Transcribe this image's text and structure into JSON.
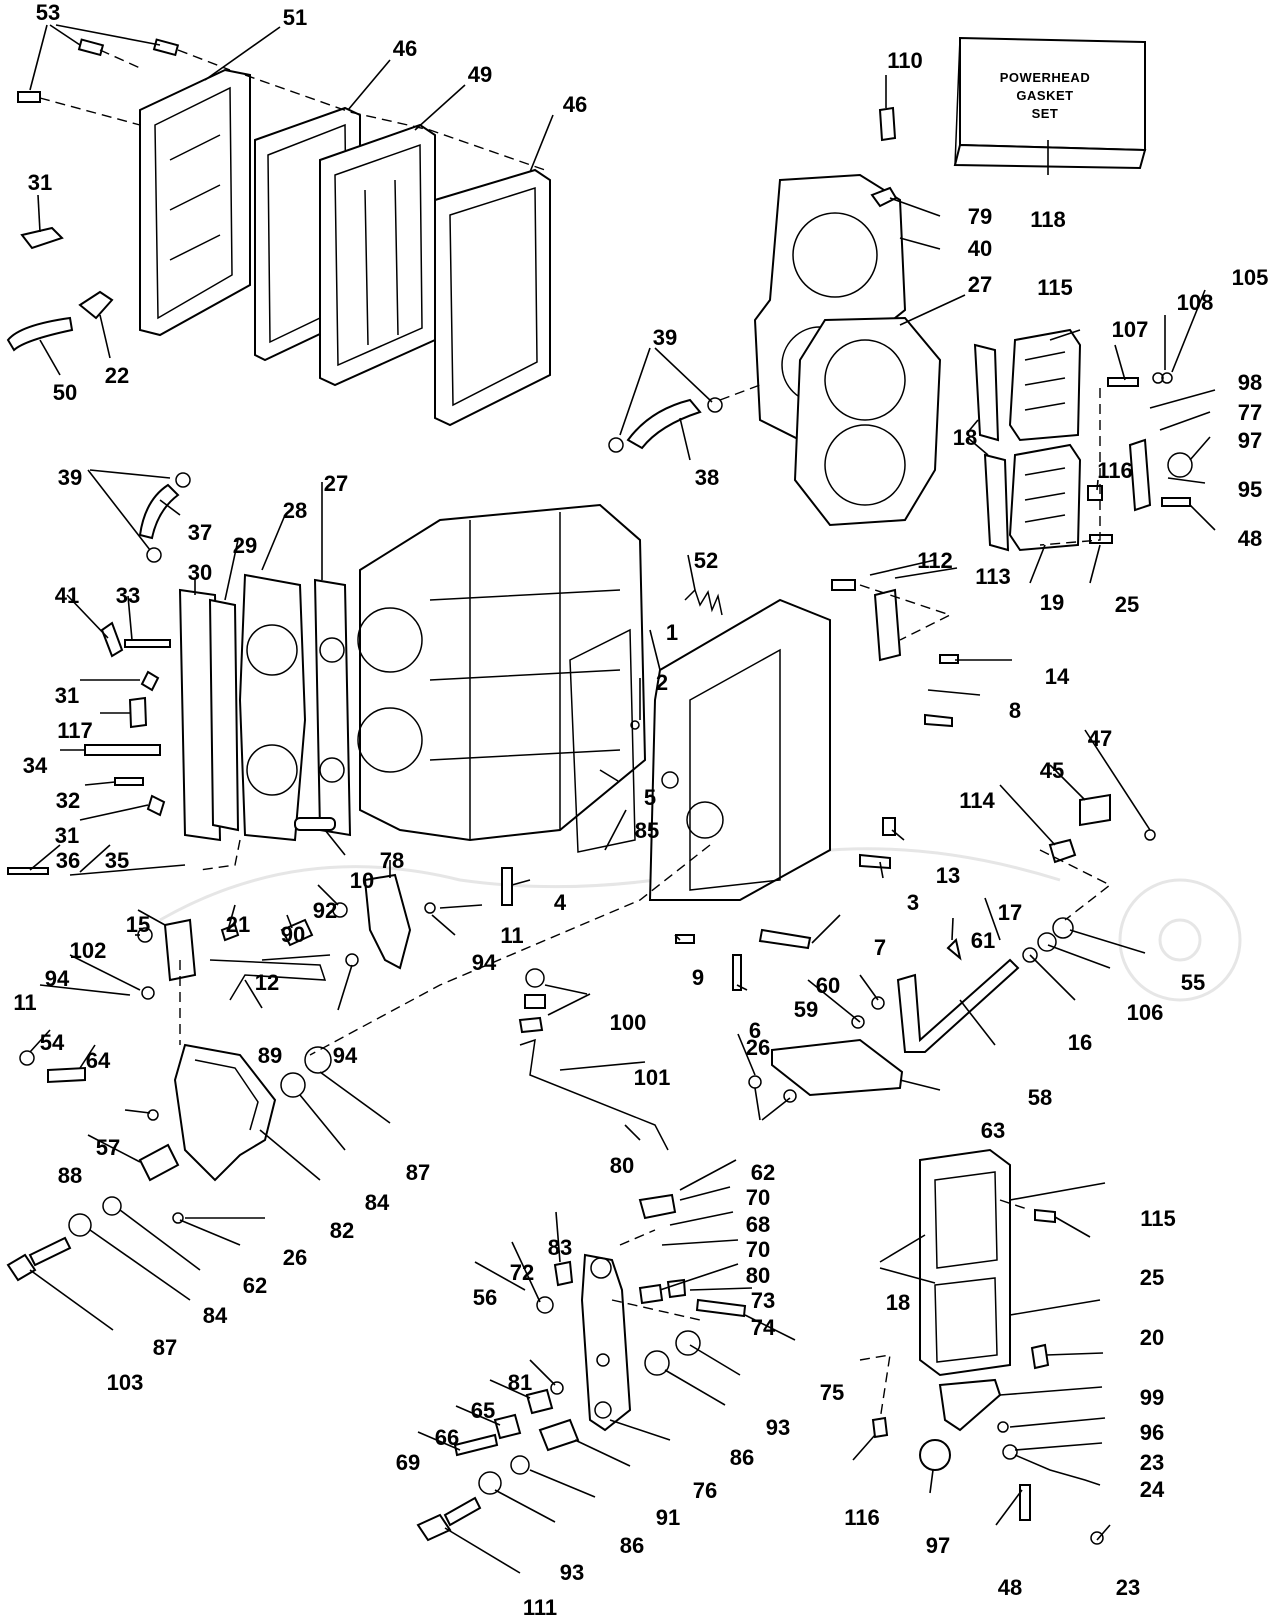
{
  "gasket_set_box": {
    "line1": "POWERHEAD",
    "line2": "GASKET",
    "line3": "SET",
    "callout": "118"
  },
  "callouts": [
    {
      "id": "53a",
      "label": "53"
    },
    {
      "id": "51",
      "label": "51"
    },
    {
      "id": "46a",
      "label": "46"
    },
    {
      "id": "49",
      "label": "49"
    },
    {
      "id": "46b",
      "label": "46"
    },
    {
      "id": "110",
      "label": "110"
    },
    {
      "id": "31a",
      "label": "31"
    },
    {
      "id": "22",
      "label": "22"
    },
    {
      "id": "50",
      "label": "50"
    },
    {
      "id": "79",
      "label": "79"
    },
    {
      "id": "40",
      "label": "40"
    },
    {
      "id": "27a",
      "label": "27"
    },
    {
      "id": "115a",
      "label": "115"
    },
    {
      "id": "107",
      "label": "107"
    },
    {
      "id": "108",
      "label": "108"
    },
    {
      "id": "105",
      "label": "105"
    },
    {
      "id": "39a",
      "label": "39"
    },
    {
      "id": "38",
      "label": "38"
    },
    {
      "id": "98",
      "label": "98"
    },
    {
      "id": "77",
      "label": "77"
    },
    {
      "id": "18a",
      "label": "18"
    },
    {
      "id": "97a",
      "label": "97"
    },
    {
      "id": "116a",
      "label": "116"
    },
    {
      "id": "95",
      "label": "95"
    },
    {
      "id": "48a",
      "label": "48"
    },
    {
      "id": "19",
      "label": "19"
    },
    {
      "id": "25a",
      "label": "25"
    },
    {
      "id": "39b",
      "label": "39"
    },
    {
      "id": "37",
      "label": "37"
    },
    {
      "id": "28",
      "label": "28"
    },
    {
      "id": "27b",
      "label": "27"
    },
    {
      "id": "29",
      "label": "29"
    },
    {
      "id": "30",
      "label": "30"
    },
    {
      "id": "41",
      "label": "41"
    },
    {
      "id": "33",
      "label": "33"
    },
    {
      "id": "52",
      "label": "52"
    },
    {
      "id": "112",
      "label": "112"
    },
    {
      "id": "113",
      "label": "113"
    },
    {
      "id": "1",
      "label": "1"
    },
    {
      "id": "2",
      "label": "2"
    },
    {
      "id": "14",
      "label": "14"
    },
    {
      "id": "31b",
      "label": "31"
    },
    {
      "id": "117",
      "label": "117"
    },
    {
      "id": "8",
      "label": "8"
    },
    {
      "id": "34",
      "label": "34"
    },
    {
      "id": "47",
      "label": "47"
    },
    {
      "id": "45",
      "label": "45"
    },
    {
      "id": "32",
      "label": "32"
    },
    {
      "id": "5",
      "label": "5"
    },
    {
      "id": "114",
      "label": "114"
    },
    {
      "id": "31c",
      "label": "31"
    },
    {
      "id": "85",
      "label": "85"
    },
    {
      "id": "13",
      "label": "13"
    },
    {
      "id": "36",
      "label": "36"
    },
    {
      "id": "35",
      "label": "35"
    },
    {
      "id": "10",
      "label": "10"
    },
    {
      "id": "78",
      "label": "78"
    },
    {
      "id": "3",
      "label": "3"
    },
    {
      "id": "4",
      "label": "4"
    },
    {
      "id": "17",
      "label": "17"
    },
    {
      "id": "15",
      "label": "15"
    },
    {
      "id": "92",
      "label": "92"
    },
    {
      "id": "11a",
      "label": "11"
    },
    {
      "id": "21",
      "label": "21"
    },
    {
      "id": "90",
      "label": "90"
    },
    {
      "id": "102",
      "label": "102"
    },
    {
      "id": "7",
      "label": "7"
    },
    {
      "id": "61",
      "label": "61"
    },
    {
      "id": "94a",
      "label": "94"
    },
    {
      "id": "9",
      "label": "9"
    },
    {
      "id": "94b",
      "label": "94"
    },
    {
      "id": "12",
      "label": "12"
    },
    {
      "id": "55",
      "label": "55"
    },
    {
      "id": "60",
      "label": "60"
    },
    {
      "id": "11b",
      "label": "11"
    },
    {
      "id": "6",
      "label": "6"
    },
    {
      "id": "106",
      "label": "106"
    },
    {
      "id": "100",
      "label": "100"
    },
    {
      "id": "59",
      "label": "59"
    },
    {
      "id": "89",
      "label": "89"
    },
    {
      "id": "94c",
      "label": "94"
    },
    {
      "id": "16",
      "label": "16"
    },
    {
      "id": "54",
      "label": "54"
    },
    {
      "id": "64",
      "label": "64"
    },
    {
      "id": "26a",
      "label": "26"
    },
    {
      "id": "101",
      "label": "101"
    },
    {
      "id": "58",
      "label": "58"
    },
    {
      "id": "63",
      "label": "63"
    },
    {
      "id": "57",
      "label": "57"
    },
    {
      "id": "87a",
      "label": "87"
    },
    {
      "id": "88",
      "label": "88"
    },
    {
      "id": "80a",
      "label": "80"
    },
    {
      "id": "62a",
      "label": "62"
    },
    {
      "id": "84a",
      "label": "84"
    },
    {
      "id": "82",
      "label": "82"
    },
    {
      "id": "70a",
      "label": "70"
    },
    {
      "id": "115b",
      "label": "115"
    },
    {
      "id": "68",
      "label": "68"
    },
    {
      "id": "26b",
      "label": "26"
    },
    {
      "id": "83",
      "label": "83"
    },
    {
      "id": "70b",
      "label": "70"
    },
    {
      "id": "62b",
      "label": "62"
    },
    {
      "id": "25b",
      "label": "25"
    },
    {
      "id": "80b",
      "label": "80"
    },
    {
      "id": "72",
      "label": "72"
    },
    {
      "id": "84b",
      "label": "84"
    },
    {
      "id": "56",
      "label": "56"
    },
    {
      "id": "73",
      "label": "73"
    },
    {
      "id": "18b",
      "label": "18"
    },
    {
      "id": "74",
      "label": "74"
    },
    {
      "id": "87b",
      "label": "87"
    },
    {
      "id": "20",
      "label": "20"
    },
    {
      "id": "103",
      "label": "103"
    },
    {
      "id": "75",
      "label": "75"
    },
    {
      "id": "81",
      "label": "81"
    },
    {
      "id": "99",
      "label": "99"
    },
    {
      "id": "93a",
      "label": "93"
    },
    {
      "id": "65",
      "label": "65"
    },
    {
      "id": "96",
      "label": "96"
    },
    {
      "id": "66",
      "label": "66"
    },
    {
      "id": "86a",
      "label": "86"
    },
    {
      "id": "69",
      "label": "69"
    },
    {
      "id": "23a",
      "label": "23"
    },
    {
      "id": "76",
      "label": "76"
    },
    {
      "id": "24",
      "label": "24"
    },
    {
      "id": "91",
      "label": "91"
    },
    {
      "id": "116b",
      "label": "116"
    },
    {
      "id": "86b",
      "label": "86"
    },
    {
      "id": "97b",
      "label": "97"
    },
    {
      "id": "93b",
      "label": "93"
    },
    {
      "id": "48b",
      "label": "48"
    },
    {
      "id": "23b",
      "label": "23"
    },
    {
      "id": "111",
      "label": "111"
    }
  ]
}
